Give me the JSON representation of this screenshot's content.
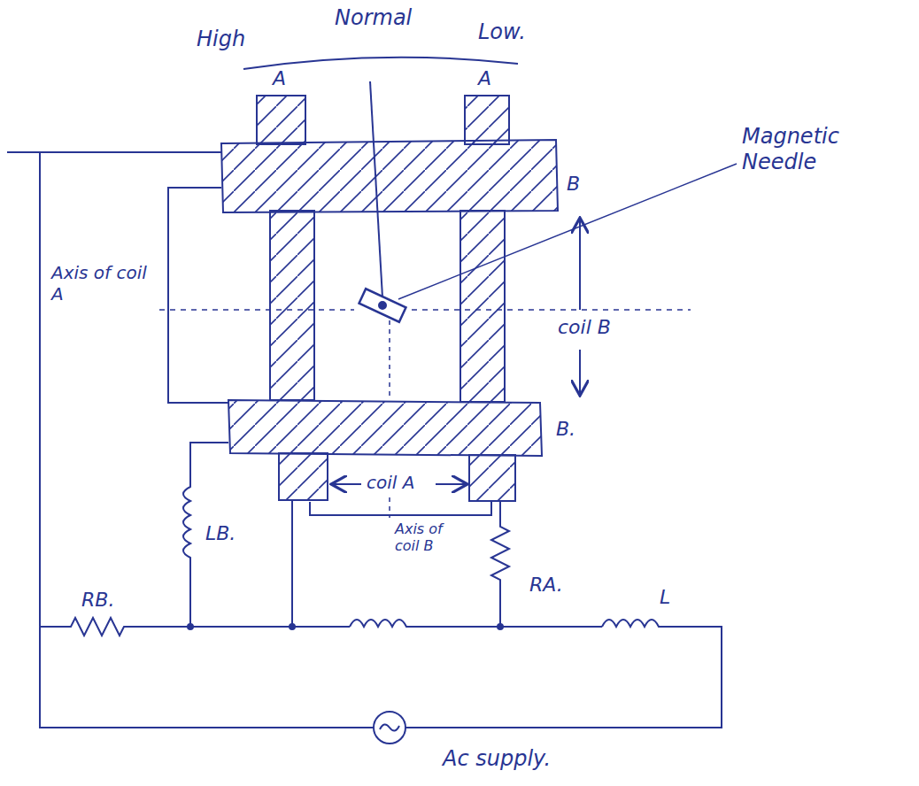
{
  "diagram": {
    "labels": [
      "High",
      "Normal",
      "Low.",
      "A",
      "A",
      "Magnetic Needle",
      "Axis of coil A",
      "B",
      "coil B",
      "B.",
      "coil A",
      "LB.",
      "Axis of coil B",
      "RA.",
      "RB.",
      "L",
      "Ac supply."
    ]
  }
}
